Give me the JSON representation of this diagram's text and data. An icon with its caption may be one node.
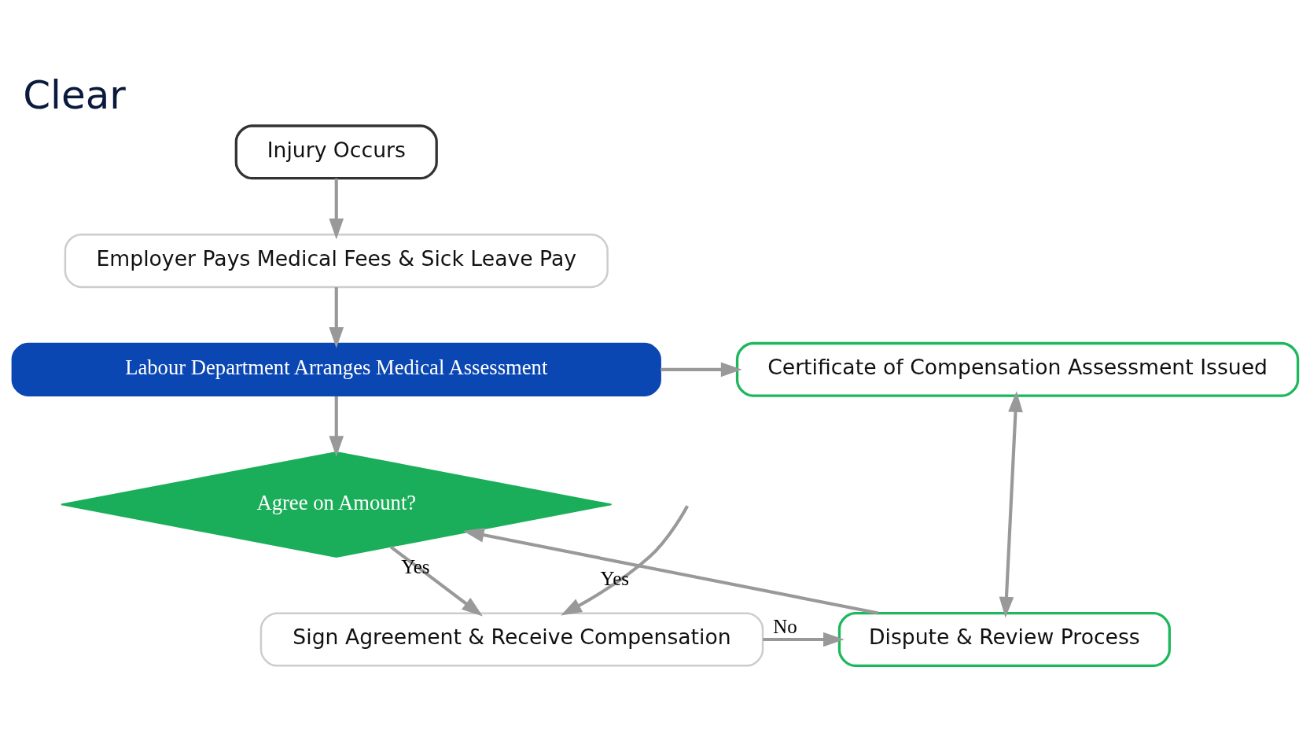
{
  "diagram": {
    "title": "Clear",
    "nodes": [
      {
        "text": [
          "Injury Occurs"
        ]
      },
      {
        "text": [
          "Employer Pays Medical Fees & Sick Leave Pay"
        ]
      },
      {
        "text": [
          "Labour Department Arranges Medical Assessment"
        ]
      },
      {
        "text": [
          "Certificate of Compensation Assessment Issued"
        ]
      },
      {
        "text": [
          "Agree on Amount?"
        ]
      },
      {
        "text": [
          "Sign Agreement & Receive Compensation"
        ]
      },
      {
        "text": [
          "Dispute & Review Process"
        ]
      }
    ],
    "edges": [
      {
        "from": 0,
        "to": 1,
        "arrow": "to"
      },
      {
        "from": 1,
        "to": 2,
        "arrow": "to"
      },
      {
        "from": 2,
        "to": 3,
        "arrow": "to"
      },
      {
        "from": 2,
        "to": 4,
        "arrow": "to"
      },
      {
        "from": 4,
        "to": 5,
        "arrow": "to",
        "label": "Yes"
      },
      {
        "from": 5,
        "to": 6,
        "arrow": "to",
        "label": "No"
      },
      {
        "from": 6,
        "to": 3,
        "arrow": "both"
      },
      {
        "from": 6,
        "to": 4,
        "arrow": "to"
      },
      {
        "from": null,
        "to": 5,
        "arrow": "to",
        "label": "Yes"
      }
    ]
  }
}
